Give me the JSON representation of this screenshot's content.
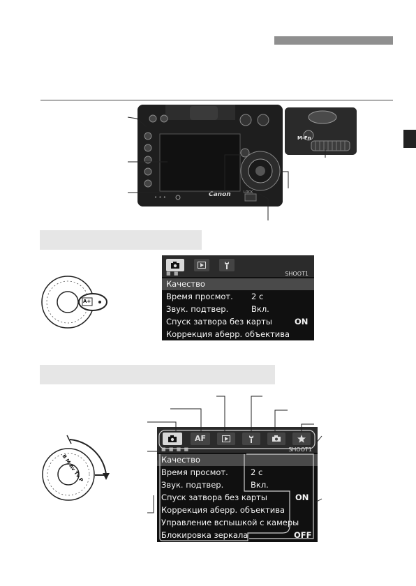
{
  "menu1": {
    "shoot_label": "SHOOT1",
    "tab_dots": "■ ■",
    "rows": [
      {
        "label": "Качество",
        "value": ""
      },
      {
        "label": "Время просмот.",
        "value": "2 с"
      },
      {
        "label": "Звук. подтвер.",
        "value": "Вкл."
      },
      {
        "label": "Спуск затвора без карты",
        "value": "ON"
      },
      {
        "label": "Коррекция аберр. объектива",
        "value": ""
      }
    ]
  },
  "menu2": {
    "shoot_label": "SHOOT1",
    "af_tab": "AF",
    "tab_dots": "■ ■ ■ ■",
    "rows": [
      {
        "label": "Качество",
        "value": ""
      },
      {
        "label": "Время просмот.",
        "value": "2 с"
      },
      {
        "label": "Звук. подтвер.",
        "value": "Вкл."
      },
      {
        "label": "Спуск затвора без карты",
        "value": "ON"
      },
      {
        "label": "Коррекция аберр. объектива",
        "value": ""
      },
      {
        "label": "Управление вспышкой с камеры",
        "value": ""
      },
      {
        "label": "Блокировка зеркала",
        "value": "OFF"
      }
    ]
  },
  "camera": {
    "brand": "Canon",
    "mfn_label": "M-Fn",
    "lock_label": "LOCK"
  },
  "dial1": {
    "mode_label": "A+"
  },
  "dial2": {
    "mode_letters": "B M Av Tv P"
  },
  "colors": {
    "menu_bg": "#101010",
    "tab_active": "#d9d9d9",
    "section_bar": "#e6e6e6",
    "header_bar": "#8f8f8f"
  }
}
